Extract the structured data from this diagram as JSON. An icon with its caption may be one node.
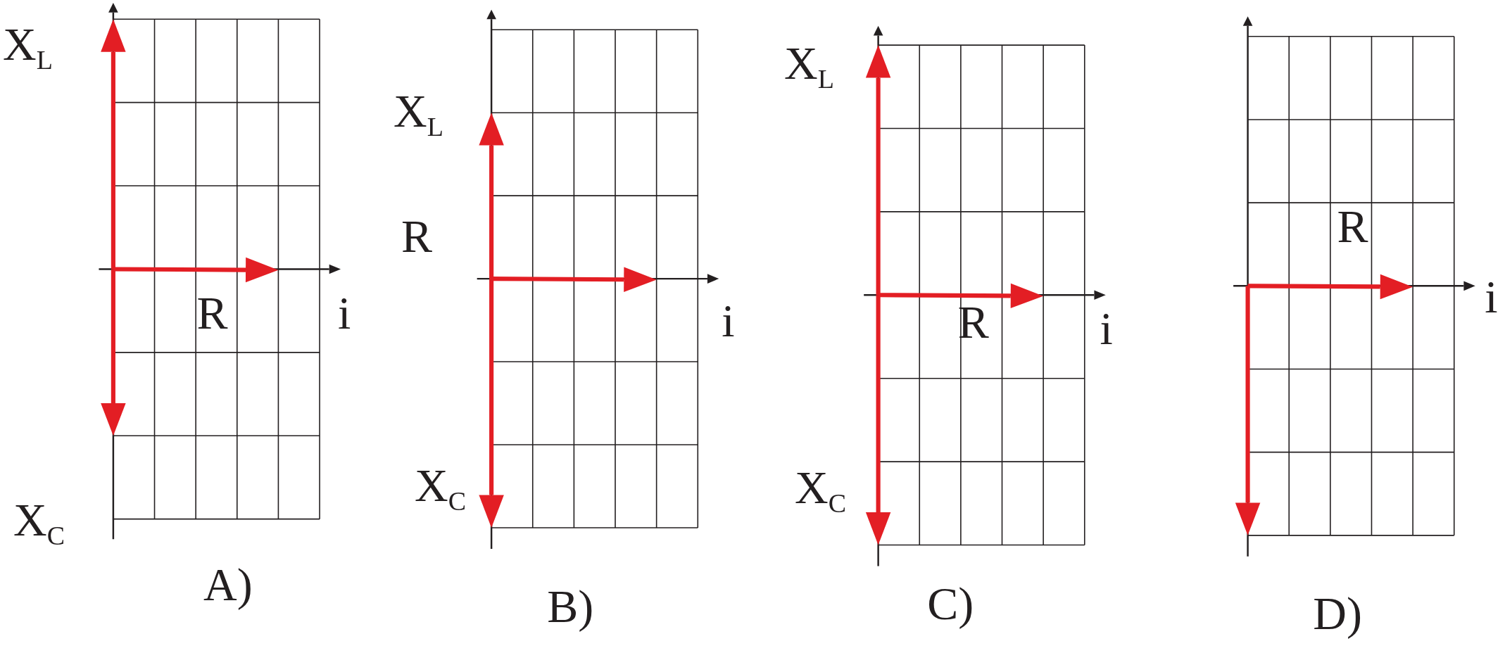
{
  "diagram": {
    "labels": [
      "X$_{L}$",
      "R",
      "i",
      "X$_{C}$",
      "A)",
      "X$_{L}$",
      "R",
      "i",
      "X$_{C}$",
      "B)",
      "X$_{L}$",
      "R",
      "i",
      "X$_{C}$",
      "C)",
      "R",
      "i",
      "D)"
    ]
  }
}
